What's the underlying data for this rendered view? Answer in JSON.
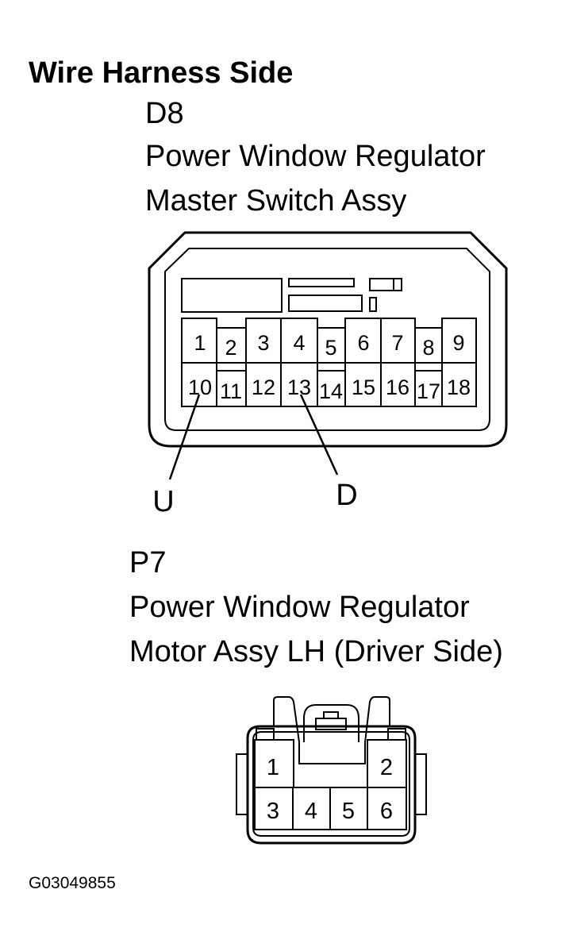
{
  "heading": "Wire Harness Side",
  "connector_d8": {
    "code": "D8",
    "name_line1": "Power Window Regulator",
    "name_line2": "Master Switch Assy",
    "pins_top": [
      "1",
      "2",
      "3",
      "4",
      "5",
      "6",
      "7",
      "8",
      "9"
    ],
    "pins_bottom": [
      "10",
      "11",
      "12",
      "13",
      "14",
      "15",
      "16",
      "17",
      "18"
    ],
    "callouts": [
      {
        "label": "U",
        "pin": "10"
      },
      {
        "label": "D",
        "pin": "13"
      }
    ]
  },
  "connector_p7": {
    "code": "P7",
    "name_line1": "Power Window Regulator",
    "name_line2": "Motor Assy LH (Driver Side)",
    "pins_top": [
      "1",
      "2"
    ],
    "pins_bottom": [
      "3",
      "4",
      "5",
      "6"
    ]
  },
  "figure_id": "G03049855"
}
